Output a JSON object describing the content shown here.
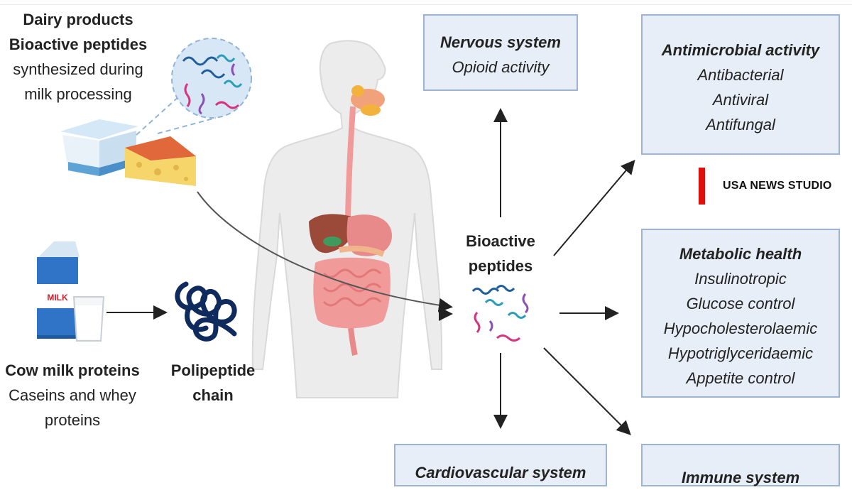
{
  "dairy": {
    "title1": "Dairy products",
    "title2": "Bioactive peptides",
    "line3": "synthesized during",
    "line4": "milk processing"
  },
  "cow": {
    "title": "Cow milk proteins",
    "line2": "Caseins and whey",
    "line3": "proteins",
    "carton_text": "MILK"
  },
  "poly": {
    "line1": "Polipeptide",
    "line2": "chain"
  },
  "center": {
    "line1": "Bioactive",
    "line2": "peptides"
  },
  "boxes": {
    "nervous": {
      "title": "Nervous system",
      "items": [
        "Opioid activity"
      ]
    },
    "antimicrobial": {
      "title": "Antimicrobial activity",
      "items": [
        "Antibacterial",
        "Antiviral",
        "Antifungal"
      ]
    },
    "metabolic": {
      "title": "Metabolic health",
      "items": [
        "Insulinotropic",
        "Glucose control",
        "Hypocholesterolaemic",
        "Hypotriglyceridaemic",
        "Appetite control"
      ]
    },
    "cardio": {
      "title": "Cardiovascular system"
    },
    "immune": {
      "title": "Immune system"
    }
  },
  "watermark": {
    "text": "USA NEWS STUDIO",
    "bar_color": "#e10e0e"
  },
  "colors": {
    "box_fill": "#e7eef7",
    "box_border": "#9db5d2",
    "peptide_blue": "#1f5e9c",
    "peptide_teal": "#2a9fb8",
    "peptide_pink": "#d6357e",
    "peptide_purple": "#8a4fb8",
    "chain_navy": "#0f2a5c"
  }
}
